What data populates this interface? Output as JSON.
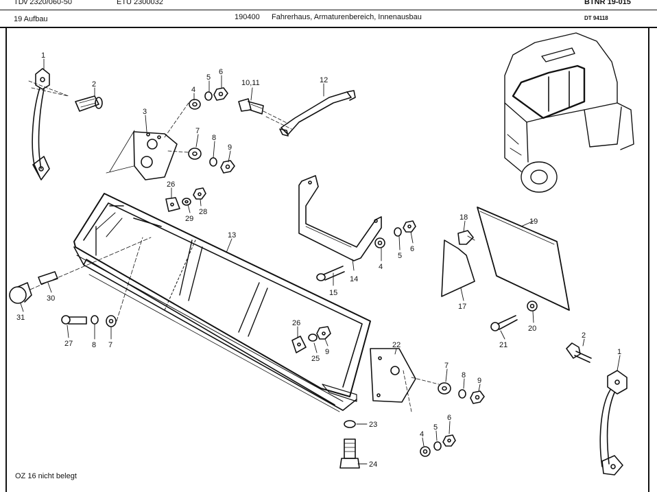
{
  "header": {
    "model": "TDv 2320/060-50",
    "etu": "ETU 2300032",
    "btnr": "BTNR 19-015",
    "group": "19 Aufbau",
    "section_code": "190400",
    "section_title": "Fahrerhaus, Armaturenbereich, Innenausbau",
    "drawing_no": "DT 94118"
  },
  "footer": {
    "note": "OZ 16 nicht belegt"
  },
  "callouts": [
    {
      "id": "c1a",
      "text": "1"
    },
    {
      "id": "c2a",
      "text": "2"
    },
    {
      "id": "c3",
      "text": "3"
    },
    {
      "id": "c4a",
      "text": "4"
    },
    {
      "id": "c5a",
      "text": "5"
    },
    {
      "id": "c6a",
      "text": "6"
    },
    {
      "id": "c7a",
      "text": "7"
    },
    {
      "id": "c8a",
      "text": "8"
    },
    {
      "id": "c9a",
      "text": "9"
    },
    {
      "id": "c1011",
      "text": "10,11"
    },
    {
      "id": "c12",
      "text": "12"
    },
    {
      "id": "c26a",
      "text": "26"
    },
    {
      "id": "c28",
      "text": "28"
    },
    {
      "id": "c29",
      "text": "29"
    },
    {
      "id": "c13",
      "text": "13"
    },
    {
      "id": "c4b",
      "text": "4"
    },
    {
      "id": "c5b",
      "text": "5"
    },
    {
      "id": "c6b",
      "text": "6"
    },
    {
      "id": "c14",
      "text": "14"
    },
    {
      "id": "c15",
      "text": "15"
    },
    {
      "id": "c18",
      "text": "18"
    },
    {
      "id": "c19",
      "text": "19"
    },
    {
      "id": "c17",
      "text": "17"
    },
    {
      "id": "c20",
      "text": "20"
    },
    {
      "id": "c21",
      "text": "21"
    },
    {
      "id": "c30",
      "text": "30"
    },
    {
      "id": "c31",
      "text": "31"
    },
    {
      "id": "c27",
      "text": "27"
    },
    {
      "id": "c8b",
      "text": "8"
    },
    {
      "id": "c7b",
      "text": "7"
    },
    {
      "id": "c26b",
      "text": "26"
    },
    {
      "id": "c25",
      "text": "25"
    },
    {
      "id": "c9b",
      "text": "9"
    },
    {
      "id": "c22",
      "text": "22"
    },
    {
      "id": "c7c",
      "text": "7"
    },
    {
      "id": "c8c",
      "text": "8"
    },
    {
      "id": "c9c",
      "text": "9"
    },
    {
      "id": "c2b",
      "text": "2"
    },
    {
      "id": "c1b",
      "text": "1"
    },
    {
      "id": "c23",
      "text": "23"
    },
    {
      "id": "c24",
      "text": "24"
    },
    {
      "id": "c4c",
      "text": "4"
    },
    {
      "id": "c5c",
      "text": "5"
    },
    {
      "id": "c6c",
      "text": "6"
    }
  ]
}
